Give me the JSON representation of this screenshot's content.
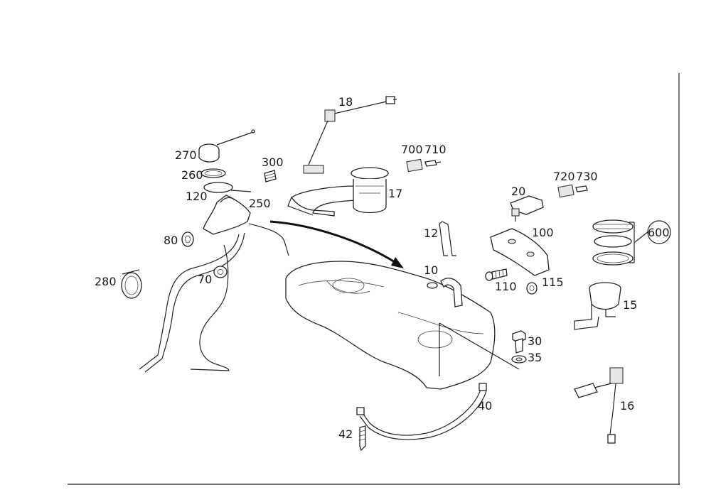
{
  "labels": {
    "l18": "18",
    "l270": "270",
    "l300": "300",
    "l260": "260",
    "l120": "120",
    "l250": "250",
    "l700": "700",
    "l710": "710",
    "l17": "17",
    "l720": "720",
    "l730": "730",
    "l20": "20",
    "l80": "80",
    "l12": "12",
    "l100": "100",
    "l600": "600",
    "l280": "280",
    "l70": "70",
    "l10": "10",
    "l110": "110",
    "l115": "115",
    "l15": "15",
    "l30": "30",
    "l35": "35",
    "l40": "40",
    "l16": "16",
    "l42": "42"
  }
}
